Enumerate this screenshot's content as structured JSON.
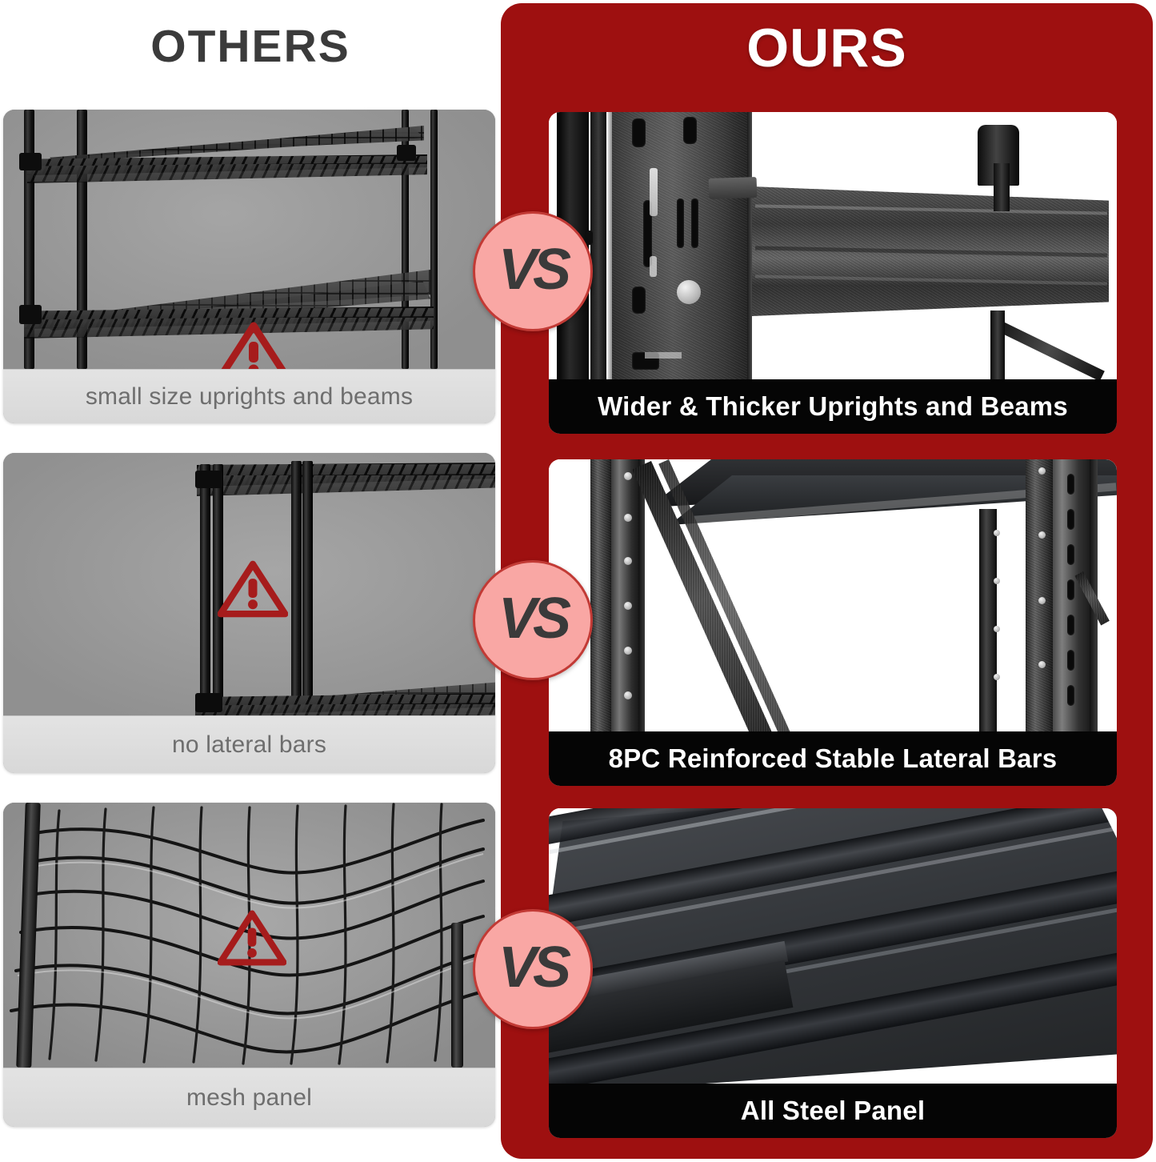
{
  "comparison": {
    "left_heading": "OTHERS",
    "right_heading": "OURS",
    "vs_label": "VS",
    "accent_red": "#9E1010",
    "badge_fill": "#F9A7A4",
    "badge_border": "#C23A35",
    "others_caption_bg": "#DEDEDE",
    "others_caption_text_color": "#6E6E6E",
    "ours_caption_bg": "#050505",
    "ours_caption_text_color": "#FFFFFF",
    "warning_icon_color": "#A61C1C",
    "photo_bg_left": "#9C9C9C",
    "photo_bg_right": "#FFFFFF"
  },
  "rows": [
    {
      "others": {
        "caption": "small size uprights and beams",
        "photo_name": "wire-shelving-thin-posts-photo",
        "warning_icon": "warning-triangle-icon"
      },
      "ours": {
        "caption": "Wider & Thicker Uprights and Beams",
        "photo_name": "steel-upright-and-beam-closeup-photo"
      },
      "vs": "VS"
    },
    {
      "others": {
        "caption": "no lateral bars",
        "photo_name": "wire-shelving-no-lateral-bars-photo",
        "warning_icon": "warning-triangle-icon"
      },
      "ours": {
        "caption": "8PC Reinforced Stable Lateral Bars",
        "photo_name": "diagonal-lateral-bars-photo"
      },
      "vs": "VS"
    },
    {
      "others": {
        "caption": "mesh panel",
        "photo_name": "sagging-wire-mesh-panel-photo",
        "warning_icon": "warning-triangle-icon"
      },
      "ours": {
        "caption": "All Steel Panel",
        "photo_name": "all-steel-deck-panel-photo"
      },
      "vs": "VS"
    }
  ]
}
